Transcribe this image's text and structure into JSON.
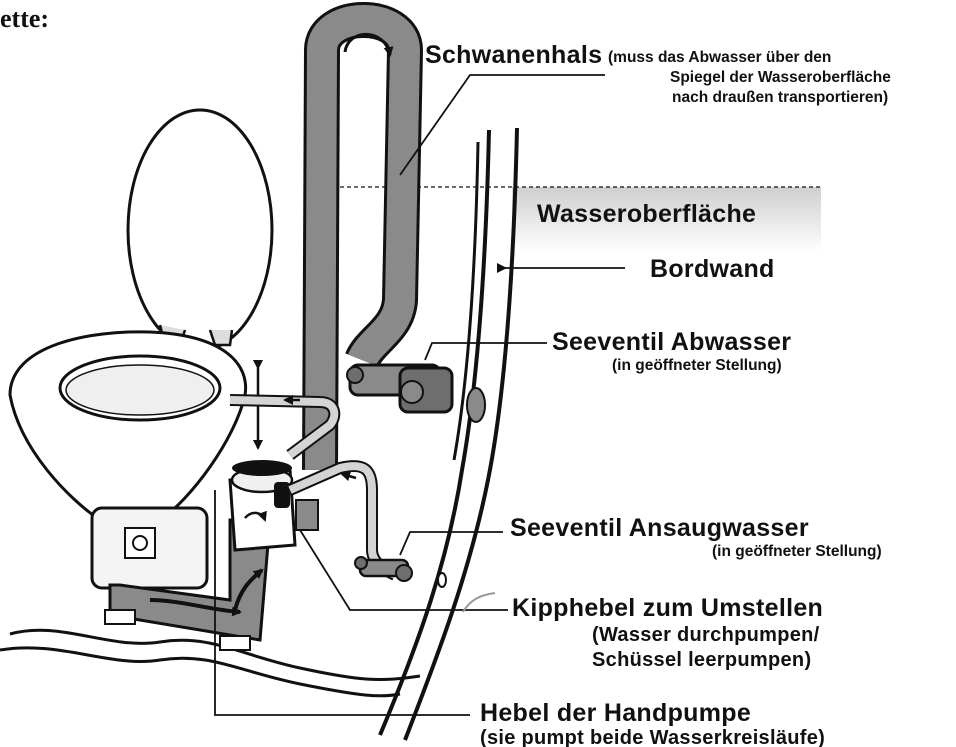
{
  "heading_fragment": "ette:",
  "labels": {
    "schwanenhals": "Schwanenhals",
    "schwanenhals_note_1": "(muss das Abwasser über den",
    "schwanenhals_note_2": "Spiegel der Wasseroberfläche",
    "schwanenhals_note_3": "nach draußen transportieren)",
    "wasseroberflaeche": "Wasseroberfläche",
    "bordwand": "Bordwand",
    "seeventil_abwasser": "Seeventil Abwasser",
    "seeventil_abwasser_note": "(in geöffneter Stellung)",
    "seeventil_ansaug": "Seeventil Ansaugwasser",
    "seeventil_ansaug_note": "(in geöffneter Stellung)",
    "kipphebel": "Kipphebel zum Umstellen",
    "kipphebel_note_1": "(Wasser durchpumpen/",
    "kipphebel_note_2": "Schüssel leerpumpen)",
    "hebel": "Hebel der Handpumpe",
    "hebel_note": "(sie pumpt beide Wasserkreisläufe)"
  },
  "colors": {
    "hose": "#8a8a8a",
    "hose_dark": "#6e6e6e",
    "pipe_light": "#cfcfcf",
    "outline": "#111111",
    "water_band": "#cfcfcf"
  }
}
